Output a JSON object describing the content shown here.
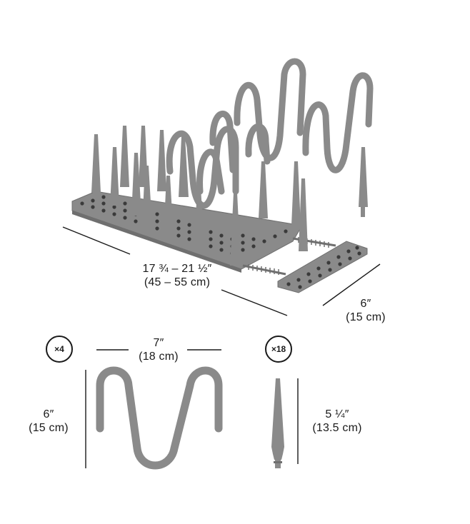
{
  "rack_length": {
    "imperial": "17 ¾ – 21 ½″",
    "metric": "(45 – 55 cm)"
  },
  "rack_depth": {
    "imperial": "6″",
    "metric": "(15 cm)"
  },
  "divider": {
    "count": "×4",
    "width": {
      "imperial": "7″",
      "metric": "(18 cm)"
    },
    "height": {
      "imperial": "6″",
      "metric": "(15 cm)"
    }
  },
  "peg": {
    "count": "×18",
    "height": {
      "imperial": "5 ¼″",
      "metric": "(13.5 cm)"
    }
  },
  "colors": {
    "product_gray": "#8a8a8a",
    "product_dark": "#6f6f6f",
    "line": "#1a1a1a",
    "background": "#ffffff"
  }
}
